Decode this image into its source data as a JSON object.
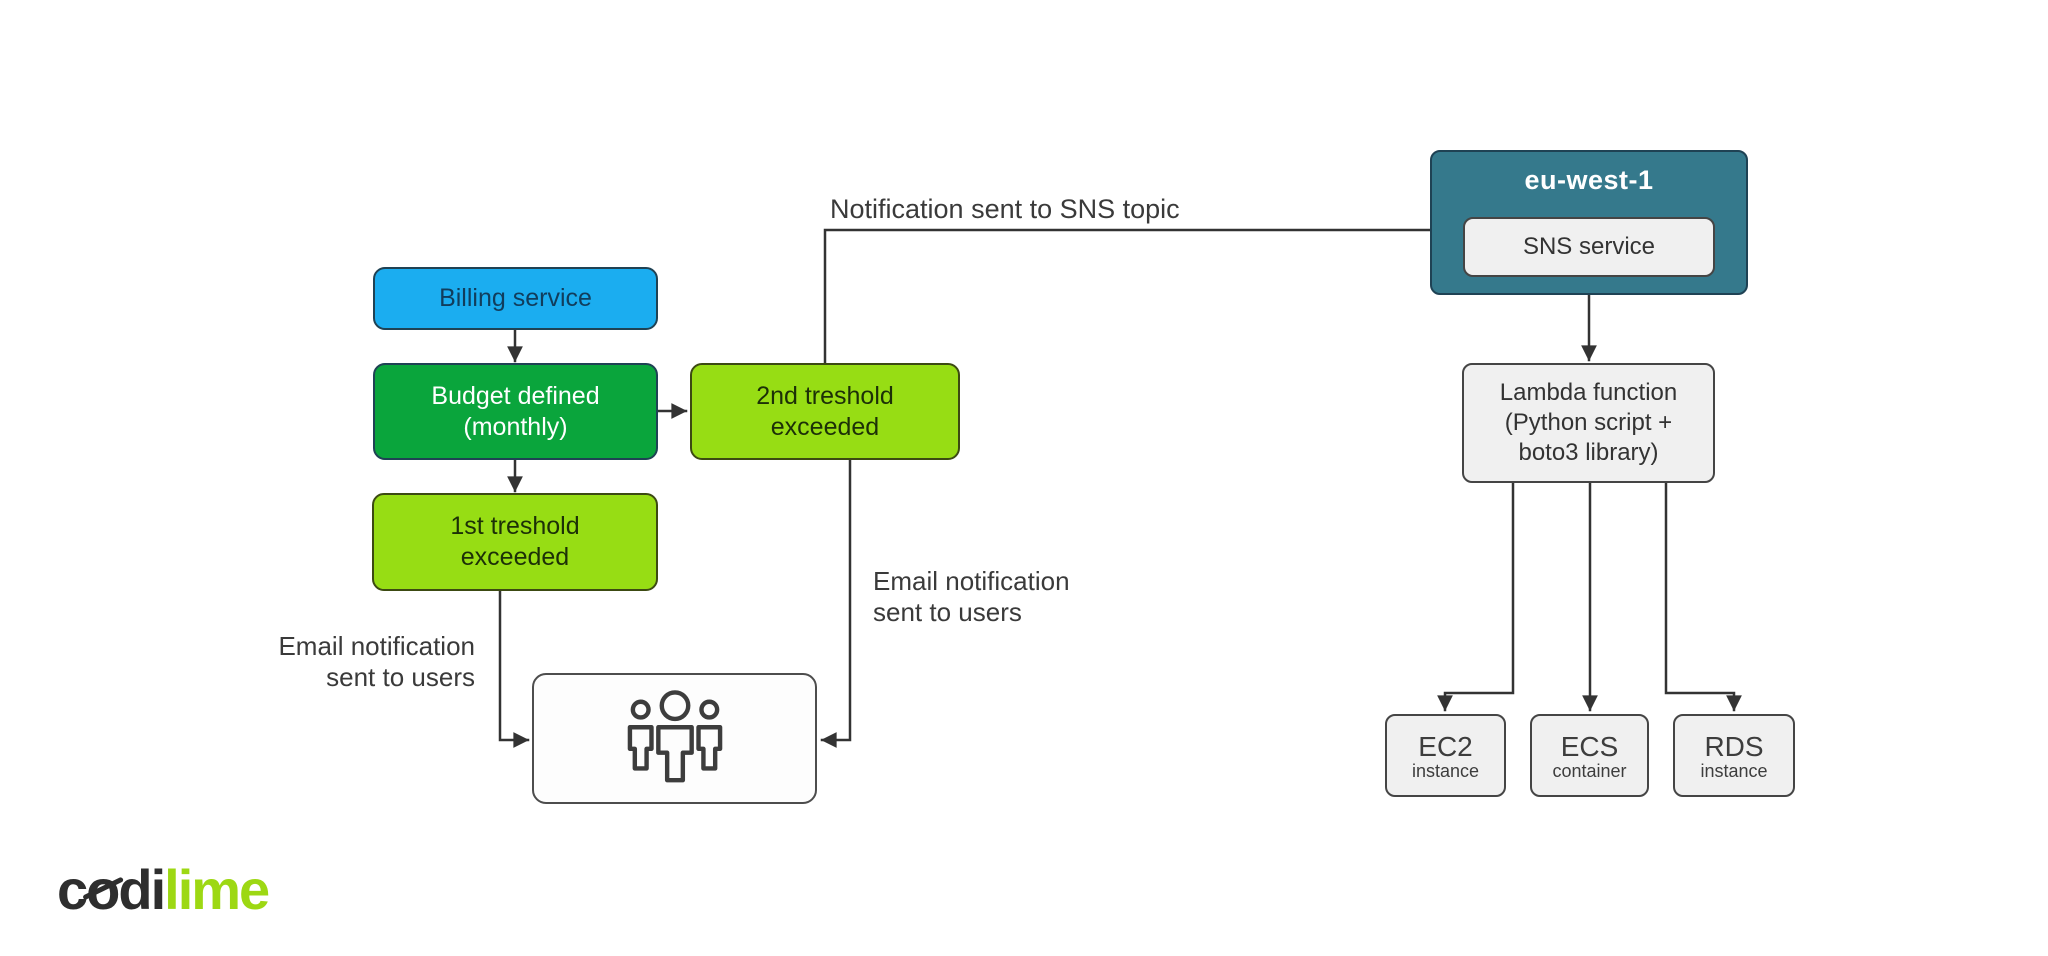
{
  "colors": {
    "background": "#ffffff",
    "blue": "#1badf0",
    "green": "#0aa53c",
    "lime": "#97dd14",
    "teal": "#35798c",
    "gray_box": "#f0f0f0",
    "users_box": "#fdfdfd",
    "border_dark": "#1f4254",
    "border_lime": "#3c4a12",
    "border_gray": "#454545",
    "line": "#333333",
    "label_text": "#3a3a3a",
    "billing_text": "#113d5c",
    "lime_text": "#1c3007",
    "gray_text": "#3d3d3d",
    "white": "#ffffff",
    "logo_dark": "#2e2e2e",
    "logo_green": "#9dd813"
  },
  "diagram": {
    "nodes": {
      "billing": {
        "label": "Billing service"
      },
      "budget": {
        "lines": [
          "Budget defined",
          "(monthly)"
        ]
      },
      "threshold1": {
        "lines": [
          "1st treshold",
          "exceeded"
        ]
      },
      "threshold2": {
        "lines": [
          "2nd treshold",
          "exceeded"
        ]
      },
      "region": {
        "title": "eu-west-1"
      },
      "sns": {
        "label": "SNS service"
      },
      "lambda": {
        "lines": [
          "Lambda function",
          "(Python script +",
          "boto3 library)"
        ]
      },
      "ec2": {
        "title": "EC2",
        "subtitle": "instance"
      },
      "ecs": {
        "title": "ECS",
        "subtitle": "container"
      },
      "rds": {
        "title": "RDS",
        "subtitle": "instance"
      },
      "users": {
        "icon": "users-group-icon"
      }
    },
    "edge_labels": {
      "sns_topic": "Notification sent to SNS topic",
      "email_left": [
        "Email notification",
        "sent to users"
      ],
      "email_right": [
        "Email notification",
        "sent to users"
      ]
    }
  },
  "logo": {
    "part1": "c",
    "part2": "o",
    "part3": "di",
    "part4": "lime"
  }
}
